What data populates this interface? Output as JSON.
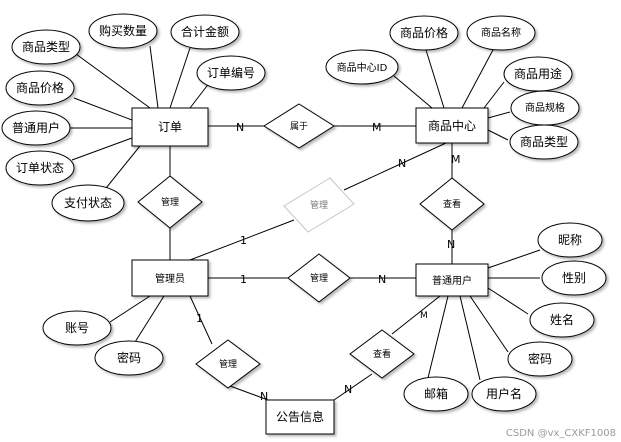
{
  "entities": {
    "order": "订单",
    "product_center": "商品中心",
    "admin": "管理员",
    "user": "普通用户",
    "notice": "公告信息"
  },
  "order_attributes": {
    "product_type": "商品类型",
    "buy_quantity": "购买数量",
    "total_amount": "合计金额",
    "order_no": "订单编号",
    "product_price": "商品价格",
    "normal_user": "普通用户",
    "order_status": "订单状态",
    "pay_status": "支付状态"
  },
  "product_attributes": {
    "product_price": "商品价格",
    "product_name": "商品名称",
    "product_center_id": "商品中心ID",
    "product_use": "商品用途",
    "product_spec": "商品规格",
    "product_type": "商品类型"
  },
  "admin_attributes": {
    "account": "账号",
    "password": "密码"
  },
  "user_attributes": {
    "nickname": "昵称",
    "gender": "性别",
    "name": "姓名",
    "password": "密码",
    "email": "邮箱",
    "username": "用户名"
  },
  "relationships": {
    "belongs": "属于",
    "manage_order": "管理",
    "manage_product": "管理",
    "view_product": "查看",
    "manage_user": "管理",
    "manage_notice": "管理",
    "view_notice": "查看"
  },
  "cardinality": {
    "order_belongs": "N",
    "product_belongs": "M",
    "product_view": "M",
    "user_view": "N",
    "admin_manage_product": "1",
    "product_manage_admin": "N",
    "admin_manage_user": "1",
    "user_manage_admin": "N",
    "admin_manage_notice": "1",
    "notice_manage_admin": "N",
    "notice_view": "N",
    "user_view_notice": "M"
  },
  "watermark": "CSDN @vx_CXKF1008"
}
